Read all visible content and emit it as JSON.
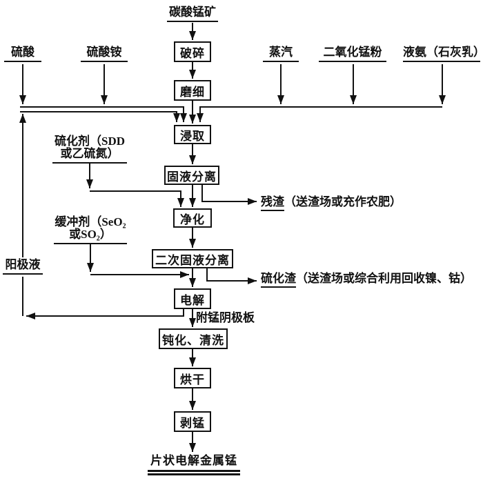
{
  "colors": {
    "ink": "#111111",
    "background": "#ffffff"
  },
  "flowchart": {
    "source": "碳酸锰矿",
    "process_boxes": {
      "crush": "破碎",
      "grind": "磨细",
      "leach": "浸取",
      "solid_liquid_separation": "固液分离",
      "purification": "净化",
      "secondary_solid_liquid_separation": "二次固液分离",
      "electrolysis": "电解",
      "passivation_cleaning": "钝化、清洗",
      "drying": "烘干",
      "manganese_stripping": "剥锰"
    },
    "product": "片状电解金属锰",
    "inputs": {
      "sulfuric_acid": "硫酸",
      "ammonium_sulfate": "硫酸铵",
      "steam": "蒸汽",
      "manganese_dioxide_powder": "二氧化锰粉",
      "liquid_ammonia": "液氨（石灰乳）",
      "sulfiding_agent_line1": "硫化剂（SDD",
      "sulfiding_agent_line2": "或乙硫氮）",
      "buffer_agent_line1": "缓冲剂（SeO₂",
      "buffer_agent_line2": "或SO₂）",
      "anolyte": "阳极液"
    },
    "outputs": {
      "manganese_cathode_plate": "附锰阴极板",
      "residue": "残渣",
      "residue_note": "（送渣场或充作农肥）",
      "sulfide_slag": "硫化渣",
      "sulfide_slag_note": "（送渣场或综合利用回收镍、钴）"
    }
  }
}
